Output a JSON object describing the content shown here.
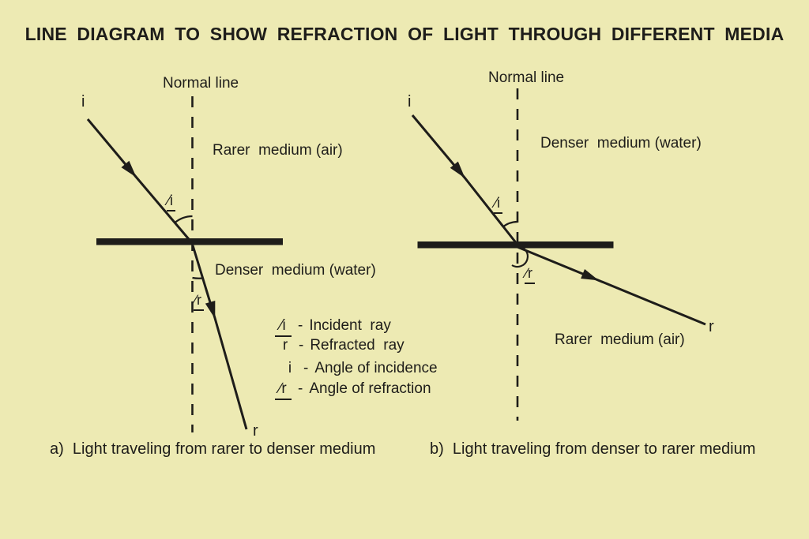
{
  "title": "LINE DIAGRAM TO SHOW REFRACTION OF LIGHT THROUGH DIFFERENT MEDIA",
  "colors": {
    "background": "#edeab3",
    "ink": "#1e1d1a"
  },
  "diagram_a": {
    "normal_line_label": "Normal line",
    "incident_ray_label": "i",
    "upper_medium_label": "Rarer  medium (air)",
    "lower_medium_label": "Denser  medium (water)",
    "angle_i_label": "∕i",
    "angle_r_label": "∕r",
    "refracted_ray_label": "r",
    "caption": "a)  Light traveling from rarer to denser medium"
  },
  "diagram_b": {
    "normal_line_label": "Normal line",
    "incident_ray_label": "i",
    "upper_medium_label": "Denser  medium (water)",
    "lower_medium_label": "Rarer  medium (air)",
    "angle_i_label": "∕i",
    "angle_r_label": "∕r",
    "refracted_ray_label": "r",
    "caption": "b)  Light traveling from denser to rarer medium"
  },
  "legend": {
    "items": [
      {
        "symbol": "∕i",
        "separator": "-",
        "text": "Incident  ray"
      },
      {
        "symbol": "r",
        "separator": "-",
        "text": "Refracted  ray"
      },
      {
        "symbol": "i",
        "separator": "-",
        "text": "Angle of incidence"
      },
      {
        "symbol": "∕r",
        "separator": "-",
        "text": "Angle of refraction"
      }
    ]
  }
}
